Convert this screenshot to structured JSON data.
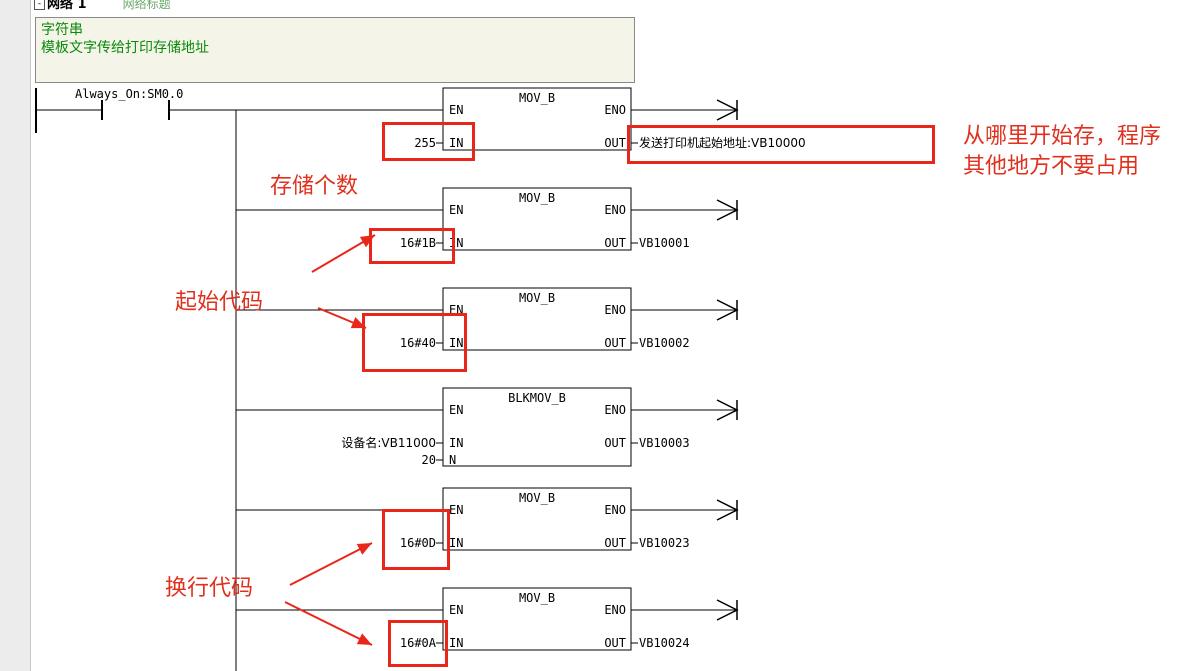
{
  "network": {
    "marker": "-",
    "label": "网络 1",
    "title": "网络标题"
  },
  "comment": {
    "line1": "字符串",
    "line2": "模板文字传给打印存储地址"
  },
  "contact": {
    "label": "Always_On:SM0.0"
  },
  "pin_labels": {
    "en": "EN",
    "eno": "ENO",
    "in": "IN",
    "out": "OUT",
    "n": "N"
  },
  "blocks": [
    {
      "title": "MOV_B",
      "input": "255",
      "output": "发送打印机起始地址:VB10000"
    },
    {
      "title": "MOV_B",
      "input": "16#1B",
      "output": "VB10001"
    },
    {
      "title": "MOV_B",
      "input": "16#40",
      "output": "VB10002"
    },
    {
      "title": "BLKMOV_B",
      "input": "设备名:VB11000",
      "n_value": "20",
      "output": "VB10003"
    },
    {
      "title": "MOV_B",
      "input": "16#0D",
      "output": "VB10023"
    },
    {
      "title": "MOV_B",
      "input": "16#0A",
      "output": "VB10024"
    }
  ],
  "annotations": {
    "right": "从哪里开始存，程序其他地方不要占用",
    "count": "存储个数",
    "start_code": "起始代码",
    "newline_code": "换行代码"
  },
  "colors": {
    "annotation": "#e0301e",
    "comment_text": "#0a8a0a",
    "comment_bg": "#f4f4e9"
  }
}
